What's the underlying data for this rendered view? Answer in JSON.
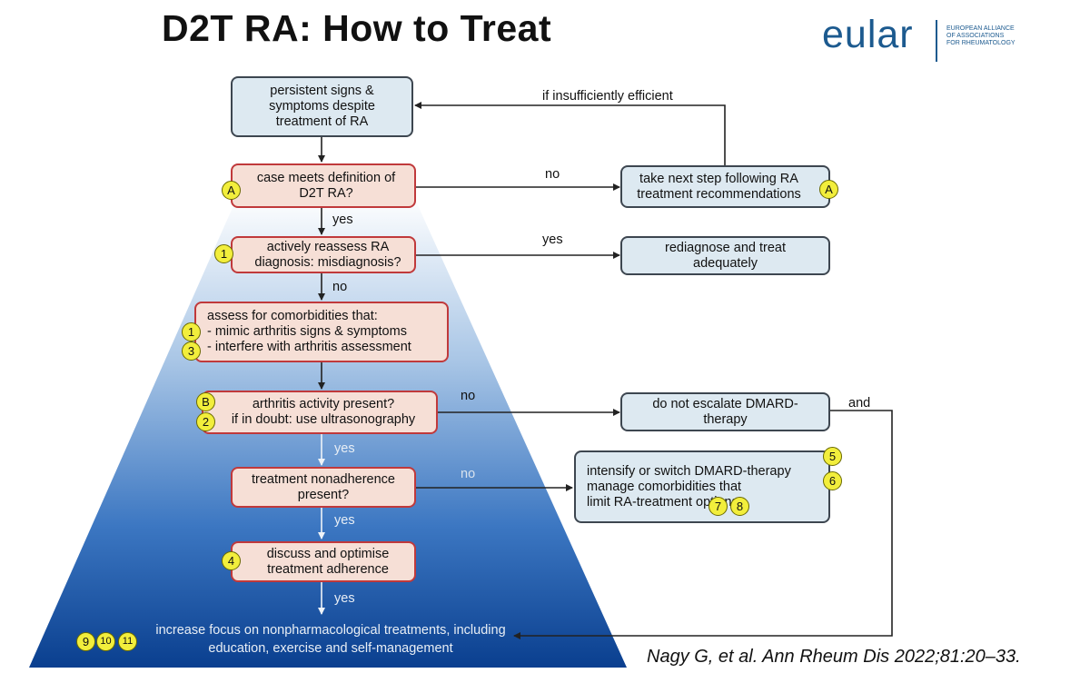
{
  "title": "D2T RA: How to Treat",
  "logo": {
    "word": "eular",
    "lines": [
      "EUROPEAN ALLIANCE",
      "OF ASSOCIATIONS",
      "FOR RHEUMATOLOGY"
    ]
  },
  "colors": {
    "logo_blue": "#1c5a8f",
    "pyramid_top": "#ffffff",
    "pyramid_bottom": "#0a3f8f",
    "box_blue": "#dde9f1",
    "box_red": "#f6dfd6",
    "border_red": "#c0393b",
    "badge_yellow": "#f2ee3c"
  },
  "boxes": {
    "start": "persistent signs & symptoms despite treatment of RA",
    "definition": "case meets definition of D2T RA?",
    "next_step": "take next step following RA treatment recommendations",
    "reassess": "actively reassess RA diagnosis: misdiagnosis?",
    "rediagnose": "rediagnose and treat adequately",
    "comorbid_line1": "assess for comorbidities that:",
    "comorbid_line2": "- mimic arthritis signs & symptoms",
    "comorbid_line3": "- interfere with arthritis assessment",
    "activity_line1": "arthritis activity present?",
    "activity_line2": "if in doubt: use ultrasonography",
    "no_escalate": "do not escalate DMARD-therapy",
    "nonadherence": "treatment nonadherence present?",
    "intensify_line1": "intensify or switch DMARD-therapy",
    "intensify_line2": "manage comorbidities that limit RA-treatment options",
    "discuss": "discuss and optimise treatment adherence",
    "final": "increase focus on nonpharmacological treatments, including education, exercise and self-management"
  },
  "labels": {
    "insufficient": "if insufficiently efficient",
    "no1": "no",
    "yes1": "yes",
    "yes2": "yes",
    "no2": "no",
    "no3": "no",
    "and": "and",
    "yes3": "yes",
    "no4": "no",
    "yes4": "yes",
    "yes5": "yes"
  },
  "badges": {
    "definition": "A",
    "next_step": "A",
    "reassess": "1",
    "comorbid_1": "1",
    "comorbid_3": "3",
    "activity_b": "B",
    "activity_2": "2",
    "intensify_5": "5",
    "intensify_6": "6",
    "intensify_7": "7",
    "intensify_8": "8",
    "discuss": "4",
    "final_9": "9",
    "final_10": "10",
    "final_11": "11"
  },
  "citation": "Nagy G, et al. Ann Rheum Dis 2022;81:20–33."
}
